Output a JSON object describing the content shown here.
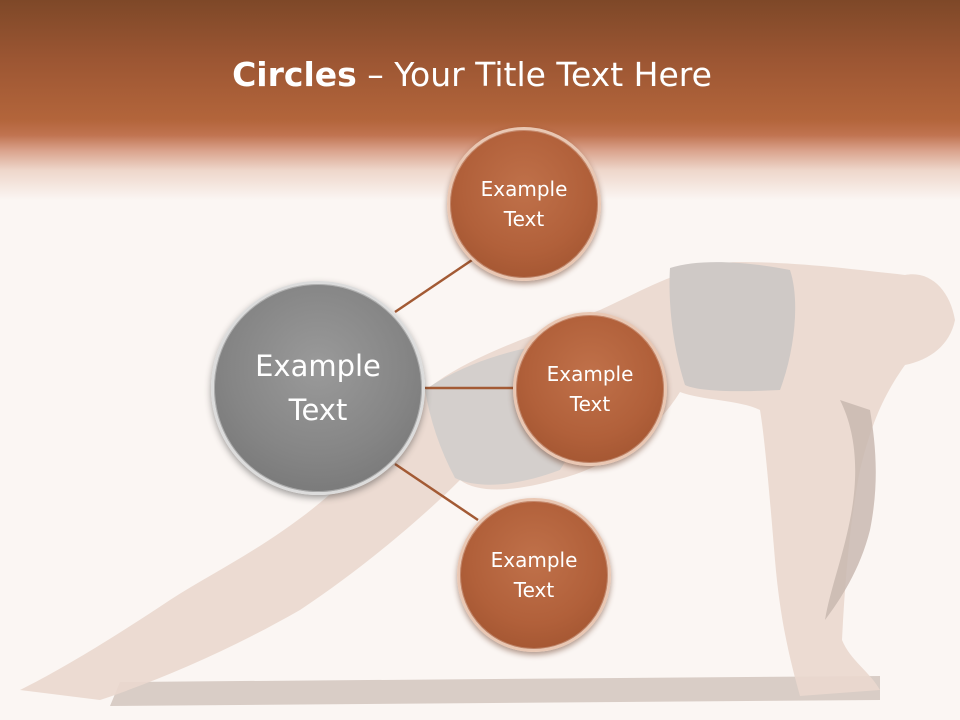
{
  "slide": {
    "title_bold": "Circles",
    "title_rest": " – Your Title Text Here"
  },
  "diagram": {
    "center": {
      "text": "Example Text"
    },
    "satellites": [
      {
        "text": "Example Text"
      },
      {
        "text": "Example Text"
      },
      {
        "text": "Example Text"
      }
    ]
  },
  "colors": {
    "header": "#9c5633",
    "satellite_fill": "#b1603a",
    "center_fill": "#858585",
    "connector": "#a35a34",
    "background": "#fbf6f3"
  }
}
